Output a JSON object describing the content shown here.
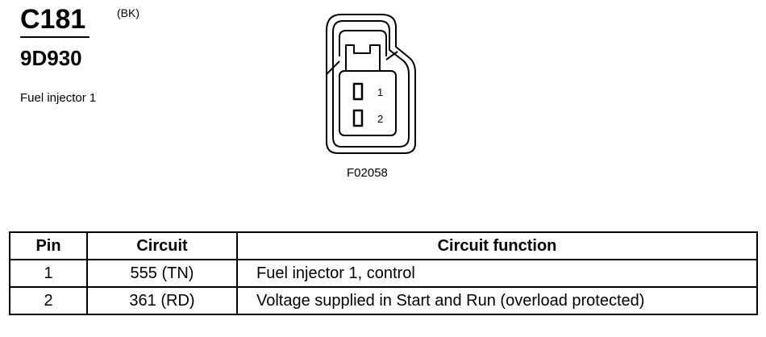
{
  "connector": {
    "id": "C181",
    "color_code": "(BK)",
    "part_number": "9D930",
    "description": "Fuel injector 1",
    "figure_code": "F02058",
    "pin_labels": [
      "1",
      "2"
    ]
  },
  "table": {
    "headers": [
      "Pin",
      "Circuit",
      "Circuit function"
    ],
    "rows": [
      {
        "pin": "1",
        "circuit": "555 (TN)",
        "function": "Fuel injector 1, control"
      },
      {
        "pin": "2",
        "circuit": "361 (RD)",
        "function": "Voltage supplied in Start and Run (overload protected)"
      }
    ]
  }
}
